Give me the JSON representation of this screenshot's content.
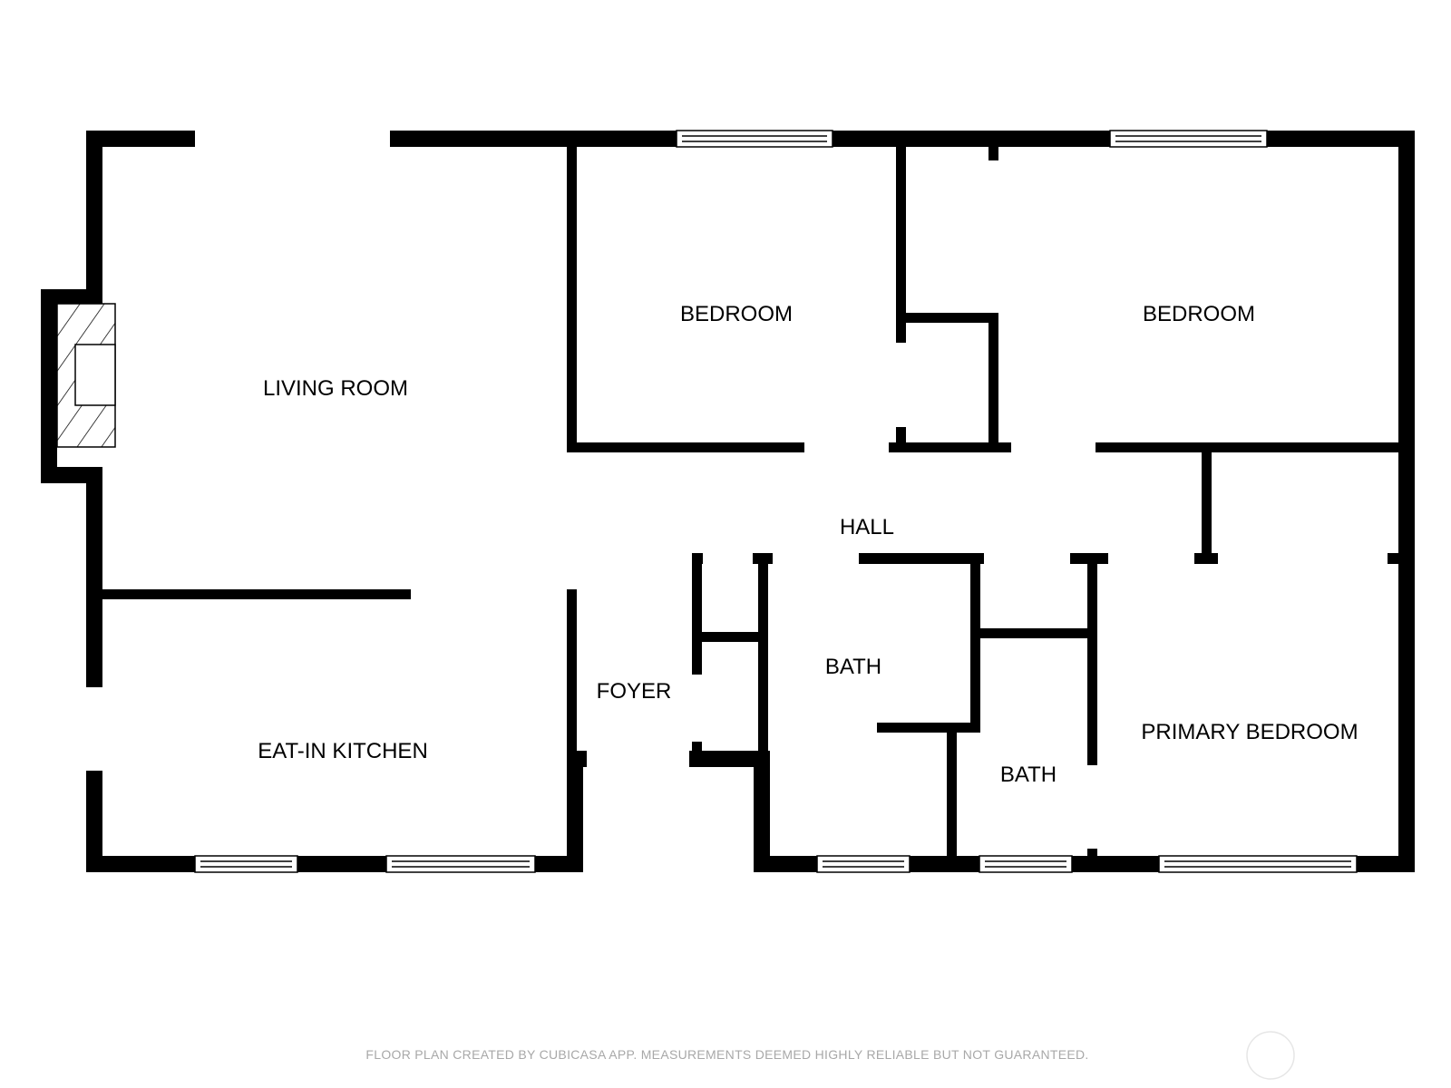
{
  "rooms": {
    "living_room": "LIVING ROOM",
    "bedroom_1": "BEDROOM",
    "bedroom_2": "BEDROOM",
    "hall": "HALL",
    "foyer": "FOYER",
    "bath_1": "BATH",
    "bath_2": "BATH",
    "primary_bedroom": "PRIMARY BEDROOM",
    "eat_in_kitchen": "EAT-IN KITCHEN"
  },
  "footer": {
    "note": "FLOOR PLAN CREATED BY CUBICASA APP. MEASUREMENTS DEEMED HIGHLY RELIABLE BUT NOT GUARANTEED."
  },
  "icons": {
    "fireplace": "fireplace-icon",
    "logo": "cubicasa-logo-icon"
  },
  "colors": {
    "wall": "#000000",
    "background": "#ffffff",
    "footer_text": "#a8a8a8"
  }
}
